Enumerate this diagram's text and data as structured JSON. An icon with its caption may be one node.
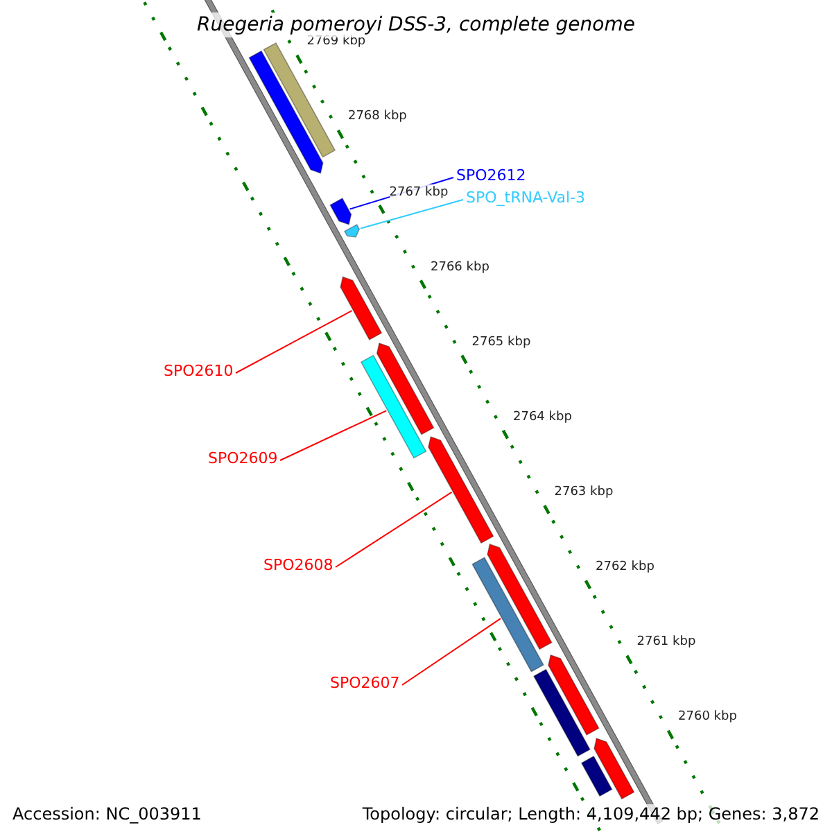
{
  "diagram": {
    "title": "Ruegeria pomeroyi DSS-3, complete genome",
    "nodes": [
      {
        "text": [
          "SPO2612"
        ]
      },
      {
        "text": [
          "SPO_tRNA-Val-3"
        ]
      },
      {
        "text": [
          "SPO2610"
        ]
      },
      {
        "text": [
          "SPO2609"
        ]
      },
      {
        "text": [
          "SPO2608"
        ]
      },
      {
        "text": [
          "SPO2607"
        ]
      },
      {
        "text": [],
        "shape": "arrow"
      },
      {
        "text": [],
        "shape": "bar"
      },
      {
        "text": [],
        "shape": "arrow"
      },
      {
        "text": [],
        "shape": "arrow"
      },
      {
        "text": [],
        "shape": "arrow"
      },
      {
        "text": [],
        "shape": "arrow"
      },
      {
        "text": [],
        "shape": "bar"
      },
      {
        "text": [],
        "shape": "arrow"
      },
      {
        "text": [],
        "shape": "arrow"
      },
      {
        "text": [],
        "shape": "bar"
      },
      {
        "text": [],
        "shape": "arrow"
      },
      {
        "text": [],
        "shape": "bar"
      },
      {
        "text": [],
        "shape": "arrow"
      },
      {
        "text": [],
        "shape": "bar"
      }
    ],
    "edges": [
      {
        "from": 0,
        "to": 8,
        "arrow": "none",
        "color": "#0000ff"
      },
      {
        "from": 1,
        "to": 9,
        "arrow": "none",
        "color": "#33ccff"
      },
      {
        "from": 2,
        "to": 10,
        "arrow": "none"
      },
      {
        "from": 3,
        "to": 12,
        "arrow": "none"
      },
      {
        "from": 4,
        "to": 13,
        "arrow": "none"
      },
      {
        "from": 5,
        "to": 15,
        "arrow": "none"
      }
    ],
    "labels": [
      "2769 kbp",
      "2768 kbp",
      "2767 kbp",
      "2766 kbp",
      "2765 kbp",
      "2764 kbp",
      "2763 kbp",
      "2762 kbp",
      "2761 kbp",
      "2760 kbp",
      "Accession: NC_003911",
      "Topology: circular; Length: 4,109,442 bp; Genes: 3,872"
    ]
  }
}
